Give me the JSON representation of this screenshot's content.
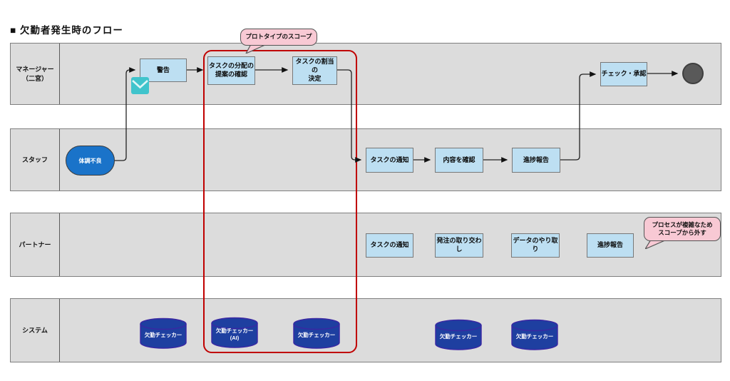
{
  "title": "■ 欠勤者発生時のフロー",
  "callouts": {
    "scope_label": "プロトタイプのスコープ",
    "exclude_label": "プロセスが複雑なため\nスコープから外す"
  },
  "lanes": {
    "manager": "マネージャー\n（二宮）",
    "staff": "スタッフ",
    "partner": "パートナー",
    "system": "システム"
  },
  "nodes": {
    "manager": {
      "warning": "警告",
      "confirm_distribution": "タスクの分配の\n提案の確認",
      "decide_assignment": "タスクの割当の\n決定",
      "check_approve": "チェック・承認"
    },
    "staff": {
      "sick": "体調不良",
      "task_notice": "タスクの通知",
      "confirm_content": "内容を確認",
      "progress_report": "進捗報告"
    },
    "partner": {
      "task_notice": "タスクの通知",
      "order_exchange": "発注の取り交わし",
      "data_exchange": "データのやり取り",
      "progress_report": "進捗報告"
    },
    "system": {
      "db1": "欠勤チェッカー",
      "db2": "欠勤チェッカー\n(AI)",
      "db3": "欠勤チェッカー",
      "db4": "欠勤チェッカー",
      "db5": "欠勤チェッカー"
    }
  },
  "colors": {
    "lane_fill": "#dcdcdc",
    "process_fill": "#bddff2",
    "pill_fill": "#1a73c9",
    "cylinder_fill": "#1e3fa0",
    "cylinder_border": "#3a27a3",
    "scope_border": "#c00000",
    "callout_fill": "#f8c9d4",
    "envelope": "#40c4cc",
    "end_node": "#595959"
  }
}
